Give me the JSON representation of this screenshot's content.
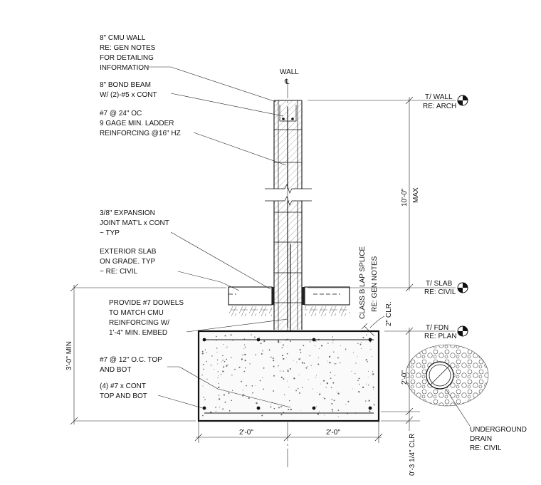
{
  "notes": {
    "cmu_wall": [
      "8\" CMU WALL",
      "RE: GEN NOTES",
      "FOR DETAILING",
      "INFORMATION"
    ],
    "bond_beam": [
      "8\" BOND BEAM",
      "W/ (2)-#5 x CONT"
    ],
    "vert_reinf": [
      "#7 @ 24\" OC",
      "9 GAGE MIN. LADDER",
      "REINFORCING @16\" HZ"
    ],
    "expansion_joint": [
      "3/8\" EXPANSION",
      "JOINT MAT'L x CONT",
      "~ TYP"
    ],
    "exterior_slab": [
      "EXTERIOR SLAB",
      "ON GRADE. TYP",
      "~ RE: CIVIL"
    ],
    "dowels": [
      "PROVIDE #7 DOWELS",
      "TO MATCH CMU",
      "REINFORCING W/",
      "1'-4\" MIN. EMBED"
    ],
    "top_bot": [
      "#7 @ 12\" O.C. TOP",
      "AND BOT"
    ],
    "cont_bars": [
      "(4) #7 x CONT",
      "TOP AND BOT"
    ],
    "wall_label": "WALL",
    "lap_splice": "CLASS B LAP SPLICE",
    "re_gen_notes": "RE: GEN NOTES",
    "drain": [
      "UNDERGROUND",
      "DRAIN",
      "RE: CIVIL"
    ]
  },
  "elevations": [
    {
      "line1": "T/  WALL",
      "line2": "RE: ARCH"
    },
    {
      "line1": "T/  SLAB",
      "line2": "RE: CIVIL"
    },
    {
      "line1": "T/  FDN",
      "line2": "RE: PLAN"
    }
  ],
  "dimensions": {
    "wall_height": "10'-0\"",
    "max": "MAX",
    "min_depth": "3'-0\" MIN",
    "clear_top": "2\" CLR.",
    "footing_depth": "2'-0\"",
    "clear_bottom": "0'-3 1/4\" CLR",
    "left_width": "2'-0\"",
    "right_width": "2'-0\""
  }
}
